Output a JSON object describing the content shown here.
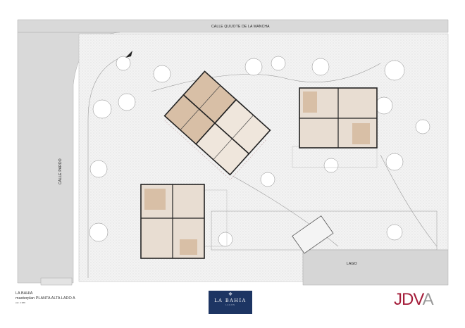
{
  "streets": {
    "top": "CALLE QUIJOTE DE LA MANCHA",
    "left": "CALLE PARDO"
  },
  "lake_label": "LAGO",
  "title_block": {
    "project": "LA BAHIA",
    "sheet": "masterplan PLANTA ALTA LADO A",
    "scale": "esc. 1:200"
  },
  "logo": {
    "name": "LA BAHÍA",
    "sub": "LAGOS"
  },
  "brand": {
    "main": "JDV",
    "accent": "A"
  },
  "colors": {
    "brand_red": "#a41d3a",
    "logo_blue": "#1d3563",
    "road": "#d9d9d9",
    "unit_fill": "#d8bfa6"
  }
}
